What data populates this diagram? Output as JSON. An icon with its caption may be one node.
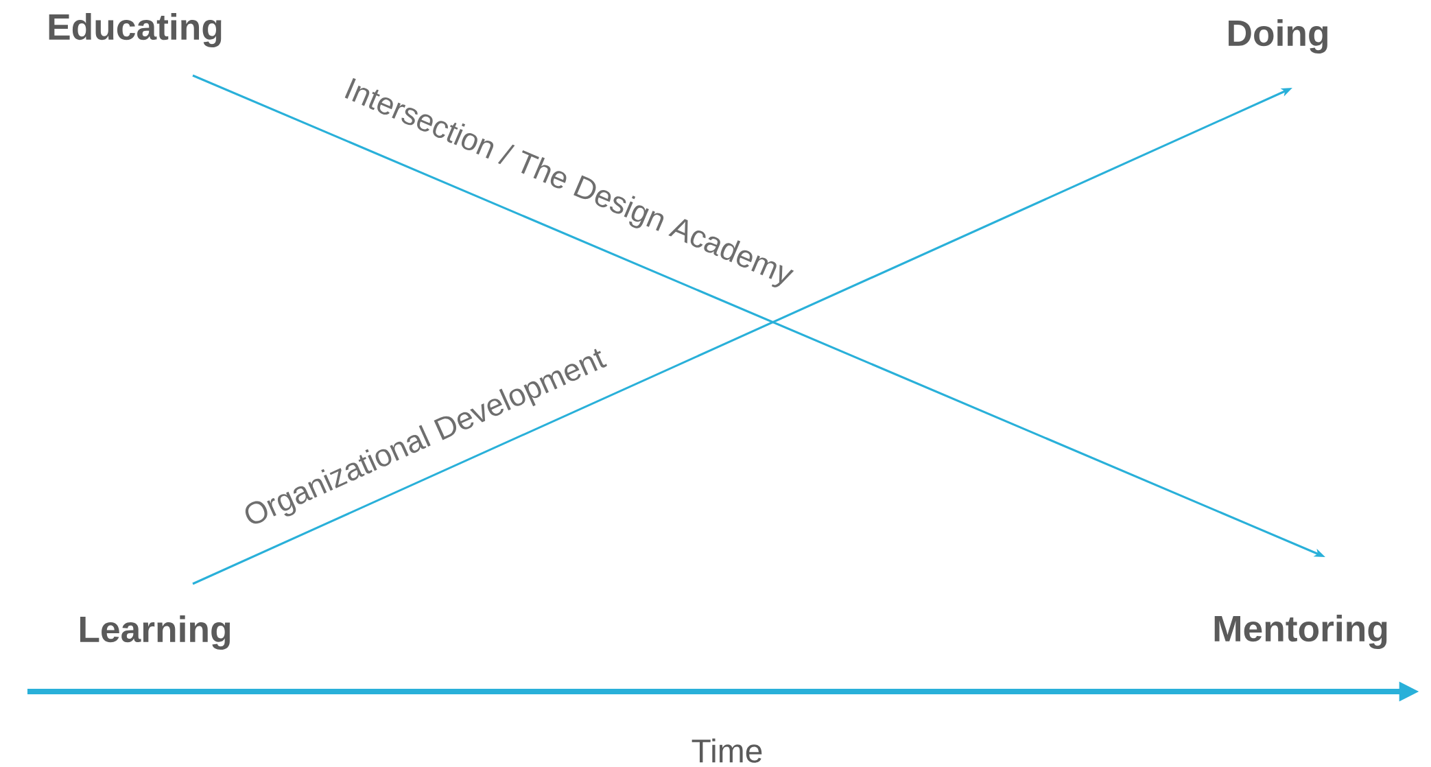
{
  "diagram": {
    "nodes": [
      {
        "text": [
          "Educating"
        ]
      },
      {
        "text": [
          "Doing"
        ]
      },
      {
        "text": [
          "Learning"
        ]
      },
      {
        "text": [
          "Mentoring"
        ]
      }
    ],
    "edges": [
      {
        "from": 0,
        "to": 3,
        "arrow": "to",
        "label": "Intersection / The Design Academy"
      },
      {
        "from": 2,
        "to": 1,
        "arrow": "to",
        "label": "Organizational Development"
      }
    ],
    "labels": [
      "Time"
    ]
  }
}
